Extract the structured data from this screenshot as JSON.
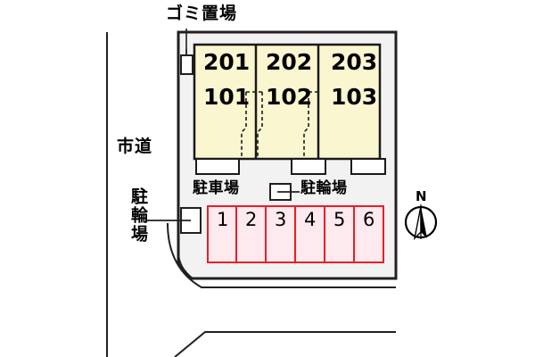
{
  "plan": {
    "title_alt": "配置図",
    "colors": {
      "site_fill": "#f2f2f2",
      "building_fill": "#faf6d0",
      "building_stroke": "#1a1a1a",
      "parking_fill": "#fdeaef",
      "parking_stroke": "#ee1c25",
      "line": "#231f20",
      "porch_fill": "#ffffff",
      "text": "#000000"
    }
  },
  "annotations": {
    "trash_area": "ゴミ置場",
    "city_road": "市道",
    "bicycle_parking_left": "駐輪場",
    "car_parking_legend": "駐車場",
    "bicycle_parking_legend": "駐輪場"
  },
  "building": {
    "units": [
      {
        "upper": "201",
        "lower": "101"
      },
      {
        "upper": "202",
        "lower": "102"
      },
      {
        "upper": "203",
        "lower": "103"
      }
    ]
  },
  "parking": {
    "stalls": [
      "1",
      "2",
      "3",
      "4",
      "5",
      "6"
    ]
  },
  "compass": {
    "north_label": "N"
  }
}
